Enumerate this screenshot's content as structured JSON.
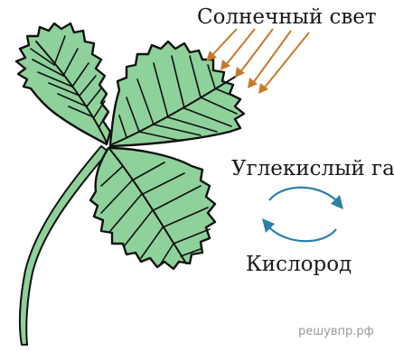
{
  "labels": {
    "sunlight": "Солнечный свет",
    "carbon_dioxide": "Углекислый газ",
    "oxygen": "Кислород"
  },
  "watermark": "решувпр.рф",
  "icons": {
    "leaf": "strawberry-leaf-icon",
    "sun_rays": "sun-rays-icon",
    "gas_cycle": "cycle-arrows-icon"
  },
  "colors": {
    "leaf_fill": "#8fd19a",
    "outline": "#111111",
    "sun_rays": "#c77a2a",
    "cycle_arrows": "#2b7fa8",
    "text": "#1a1a1a",
    "watermark": "#9a9a9a"
  }
}
